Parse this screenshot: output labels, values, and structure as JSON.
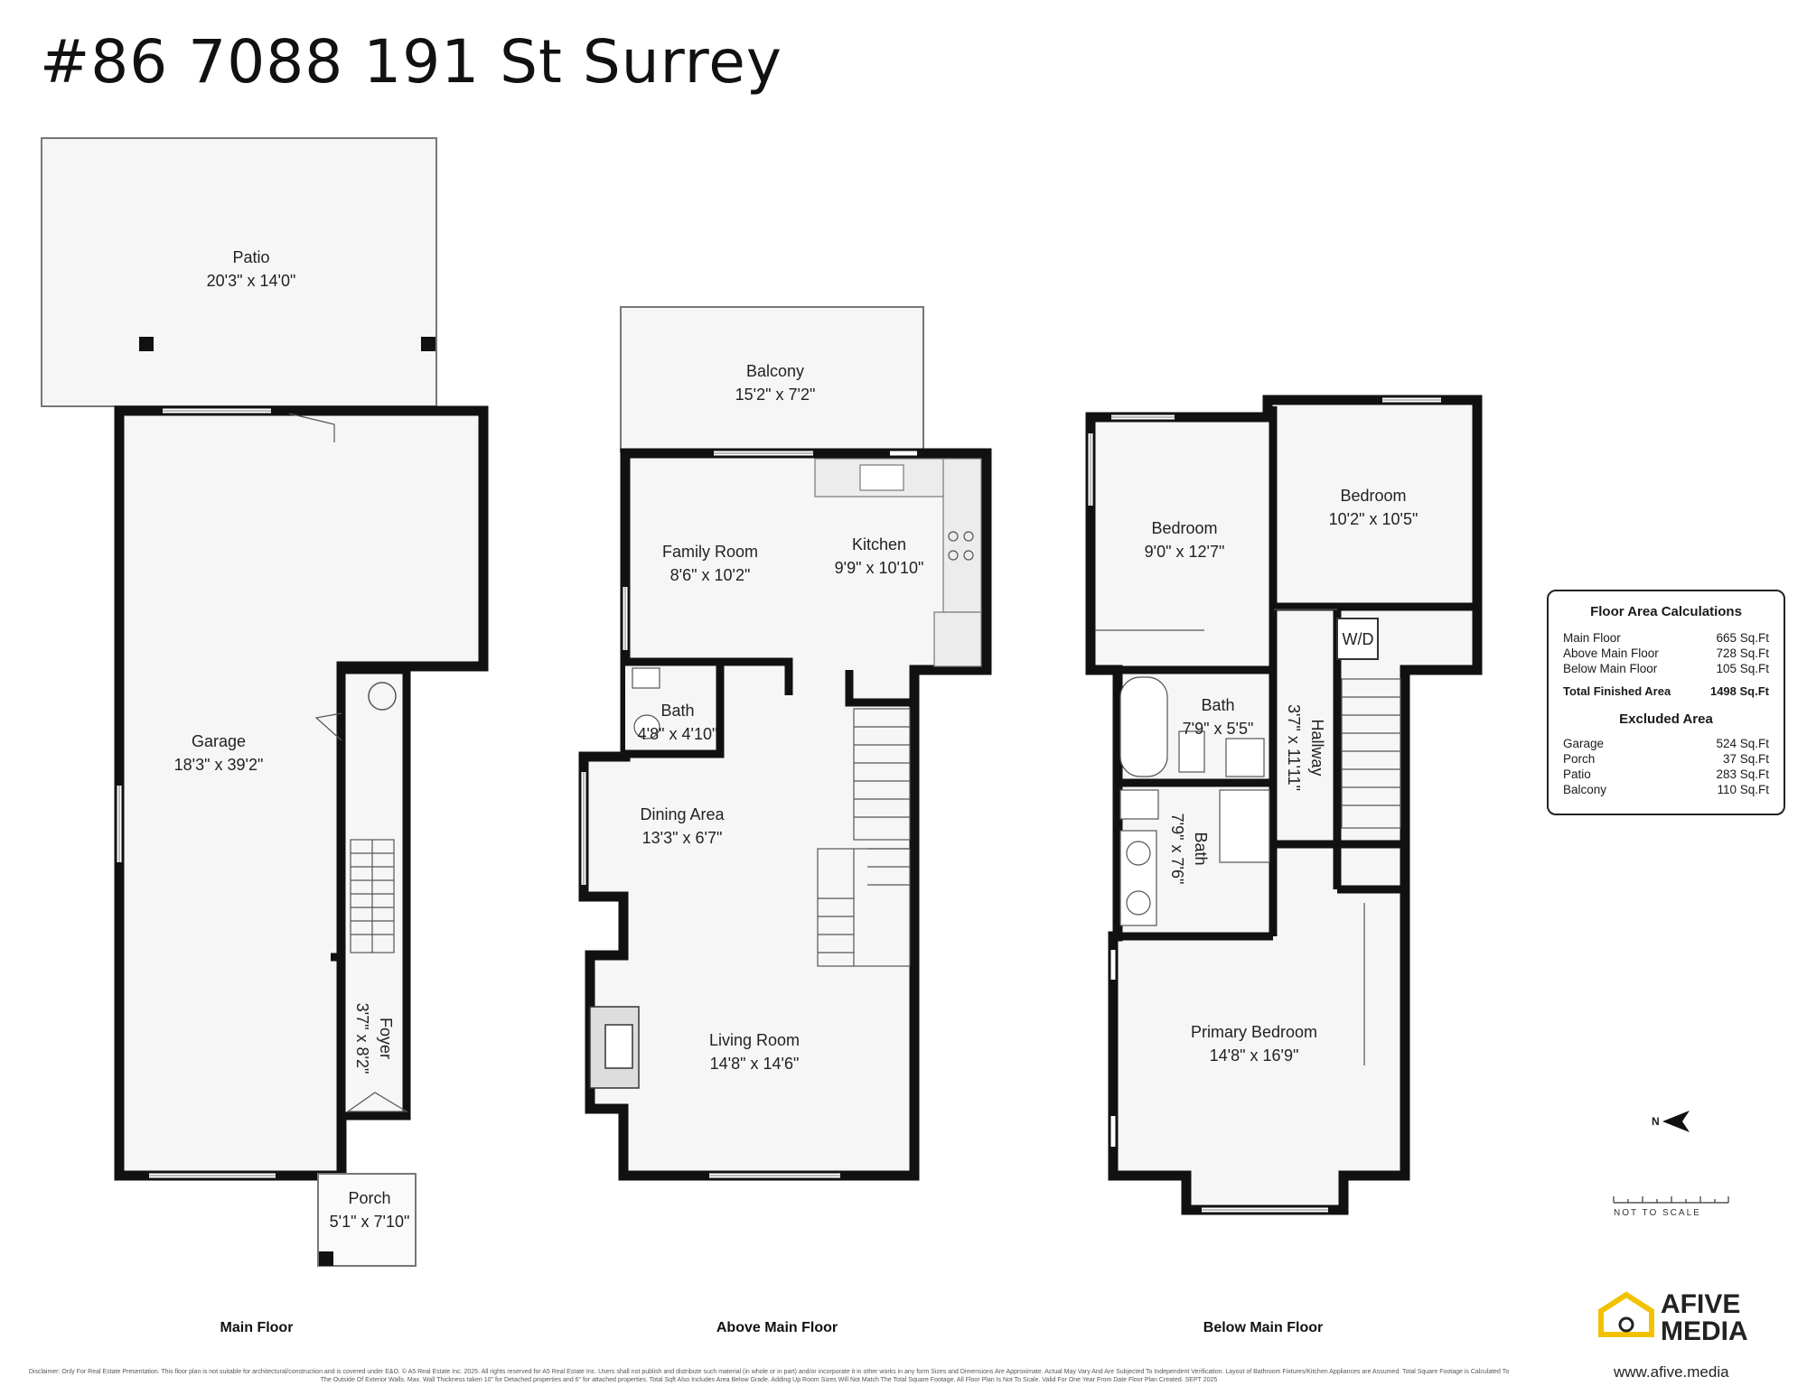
{
  "title": "#86 7088 191 St Surrey",
  "floors": {
    "main": "Main Floor",
    "above": "Above Main Floor",
    "below": "Below Main Floor"
  },
  "rooms": {
    "patio": {
      "name": "Patio",
      "dim": "20'3\" x 14'0\""
    },
    "garage": {
      "name": "Garage",
      "dim": "18'3\" x 39'2\""
    },
    "foyer": {
      "name": "Foyer",
      "dim": "3'7\" x 8'2\""
    },
    "porch": {
      "name": "Porch",
      "dim": "5'1\" x 7'10\""
    },
    "balcony": {
      "name": "Balcony",
      "dim": "15'2\" x 7'2\""
    },
    "family": {
      "name": "Family Room",
      "dim": "8'6\" x 10'2\""
    },
    "kitchen": {
      "name": "Kitchen",
      "dim": "9'9\" x 10'10\""
    },
    "bath_above": {
      "name": "Bath",
      "dim": "4'8\" x 4'10\""
    },
    "dining": {
      "name": "Dining Area",
      "dim": "13'3\" x 6'7\""
    },
    "living": {
      "name": "Living Room",
      "dim": "14'8\" x 14'6\""
    },
    "bedroom1": {
      "name": "Bedroom",
      "dim": "9'0\" x 12'7\""
    },
    "bedroom2": {
      "name": "Bedroom",
      "dim": "10'2\" x 10'5\""
    },
    "bath_below1": {
      "name": "Bath",
      "dim": "7'9\" x 5'5\""
    },
    "hallway": {
      "name": "Hallway",
      "dim": "3'7\" x 11'11\""
    },
    "bath_below2": {
      "name": "Bath",
      "dim": "7'9\" x 7'6\""
    },
    "wd": {
      "name": "W/D"
    },
    "primary": {
      "name": "Primary Bedroom",
      "dim": "14'8\" x 16'9\""
    }
  },
  "calculations": {
    "title": "Floor Area Calculations",
    "finished": [
      {
        "label": "Main Floor",
        "value": "665 Sq.Ft"
      },
      {
        "label": "Above Main Floor",
        "value": "728 Sq.Ft"
      },
      {
        "label": "Below Main Floor",
        "value": "105 Sq.Ft"
      }
    ],
    "total": {
      "label": "Total Finished Area",
      "value": "1498 Sq.Ft"
    },
    "excluded_title": "Excluded Area",
    "excluded": [
      {
        "label": "Garage",
        "value": "524 Sq.Ft"
      },
      {
        "label": "Porch",
        "value": "37 Sq.Ft"
      },
      {
        "label": "Patio",
        "value": "283 Sq.Ft"
      },
      {
        "label": "Balcony",
        "value": "110 Sq.Ft"
      }
    ]
  },
  "compass": "N",
  "scale_note": "NOT TO SCALE",
  "brand": {
    "line1": "AFIVE",
    "line2": "MEDIA",
    "website": "www.afive.media"
  },
  "disclaimer": "Disclaimer: Only For Real Estate Presentation. This floor plan is not suitable for architectural/construction and is covered under E&O. © A5 Real Estate Inc. 2025. All rights reserved for A5 Real Estate Inc. Users shall not publish and distribute such material (in whole or in part) and/or incorporate it in other works in any form Sizes and Dimensions Are Approximate. Actual May Vary And Are Subjected To Independent Verification. Layout of Bathroom Fixtures/Kitchen Appliances are Assumed. Total Square Footage is Calculated To The Outside Of Exterior Walls. Max. Wall Thickness taken 10\" for Detached properties and 6\" for attached properties. Total Sqft Also Includes Area Below Grade. Adding Up Room Sizes Will Not Match The Total Square Footage. All Floor Plan Is Not To Scale. Valid For One Year From Date Floor Plan Created. SEPT 2025",
  "colors": {
    "wall": "#111111",
    "room_fill": "#f6f6f6",
    "brand_yellow": "#f2c200"
  }
}
